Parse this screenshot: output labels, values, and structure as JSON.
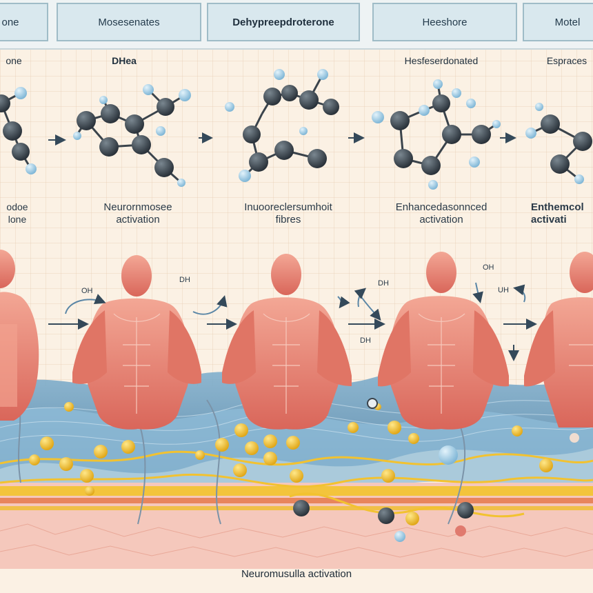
{
  "header": {
    "tabs": [
      "one",
      "Mosesenates",
      "Dehypreepdroterone",
      "Heeshore",
      "Motel"
    ]
  },
  "top_labels": [
    "one",
    "DHea",
    "",
    "Hesfeserdonated",
    "Espraces"
  ],
  "stage_labels": [
    {
      "line1": "odoe",
      "line2": "lone"
    },
    {
      "line1": "Neurornmosee",
      "line2": "activation"
    },
    {
      "line1": "Inuooreclersumhoit",
      "line2": "fibres"
    },
    {
      "line1": "Enhancedasonnced",
      "line2": "activation"
    },
    {
      "line1": "Enthemcol",
      "line2": "activati"
    }
  ],
  "dh_labels": [
    "OH",
    "DH",
    "DH",
    "DH",
    "OH",
    "UH"
  ],
  "caption": "Neuromusulla activation",
  "colors": {
    "header_bg": "#d9e8ee",
    "header_border": "#9fbcc7",
    "muscle": "#e3786a",
    "muscle_light": "#f2a696",
    "fibre_blue": "#5f96bb",
    "nerve_yellow": "#f2c230",
    "atom_dark": "#3c4650",
    "atom_light": "#9ccbe6",
    "tissue_pink": "#f0b8ad"
  }
}
